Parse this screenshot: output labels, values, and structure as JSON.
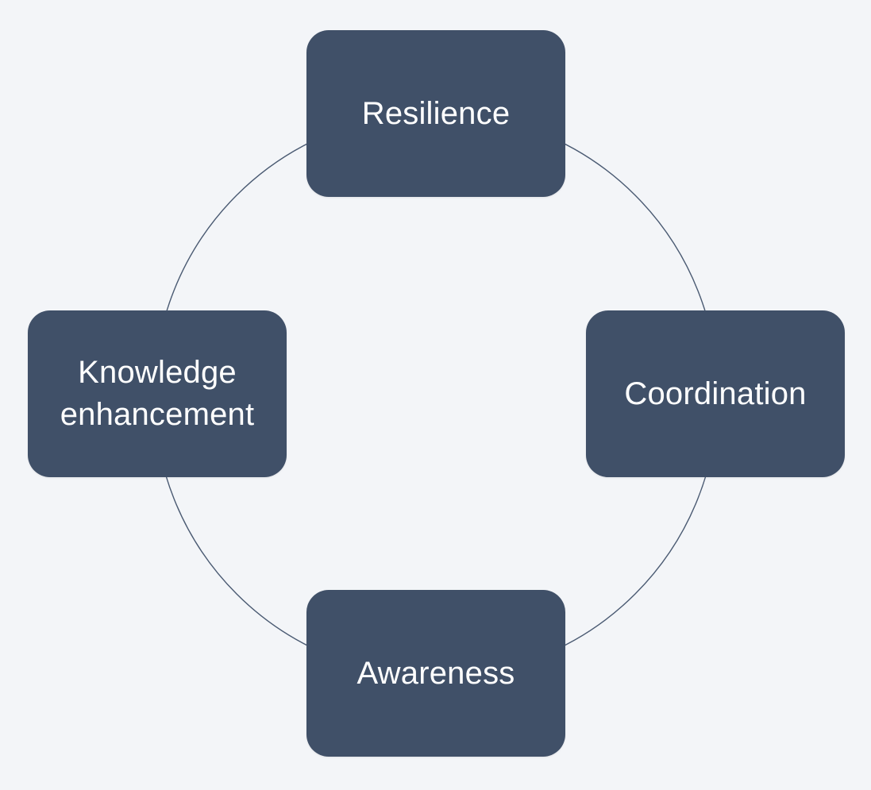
{
  "diagram": {
    "type": "cycle",
    "nodes": [
      {
        "id": "top",
        "label": "Resilience"
      },
      {
        "id": "right",
        "label": "Coordination"
      },
      {
        "id": "bottom",
        "label": "Awareness"
      },
      {
        "id": "left",
        "label": "Knowledge\nenhancement"
      }
    ]
  },
  "colors": {
    "background": "#f3f5f8",
    "node_fill": "#405068",
    "node_text": "#ffffff",
    "connector": "#4a5a72"
  }
}
